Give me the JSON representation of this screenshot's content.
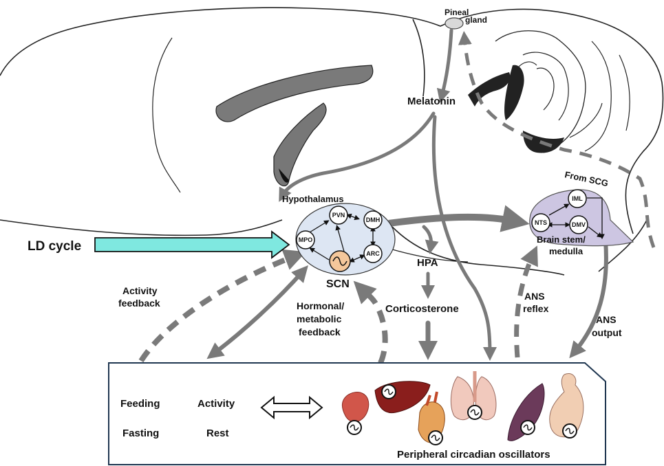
{
  "labels": {
    "pineal": "Pineal",
    "gland": "gland",
    "melatonin": "Melatonin",
    "from_scg": "From SCG",
    "hypothalamus": "Hypothalamus",
    "ld_cycle": "LD cycle",
    "scn": "SCN",
    "hpa": "HPA",
    "corticosterone": "Corticosterone",
    "activity_feedback_1": "Activity",
    "activity_feedback_2": "feedback",
    "hormonal_1": "Hormonal/",
    "hormonal_2": "metabolic",
    "hormonal_3": "feedback",
    "ans_reflex_1": "ANS",
    "ans_reflex_2": "reflex",
    "ans_output_1": "ANS",
    "ans_output_2": "output",
    "brainstem_1": "Brain stem/",
    "brainstem_2": "medulla",
    "feeding": "Feeding",
    "activity": "Activity",
    "fasting": "Fasting",
    "rest": "Rest",
    "peripheral": "Peripheral circadian oscillators"
  },
  "nodes": {
    "pvn": "PVN",
    "dmh": "DMH",
    "mpo": "MPO",
    "arc": "ARC",
    "nts": "NTS",
    "iml": "IML",
    "dmv": "DMV"
  },
  "colors": {
    "arrow_gray": "#7a7a7a",
    "ld_arrow": "#7fe8e0",
    "hypothalamus_fill": "#dde6f3",
    "brainstem_fill": "#cdc6e2",
    "scn_fill": "#f4c79b"
  },
  "organs": [
    "kidney-icon",
    "liver-icon",
    "heart-icon",
    "lung-icon",
    "muscle-icon",
    "intestine-icon"
  ]
}
